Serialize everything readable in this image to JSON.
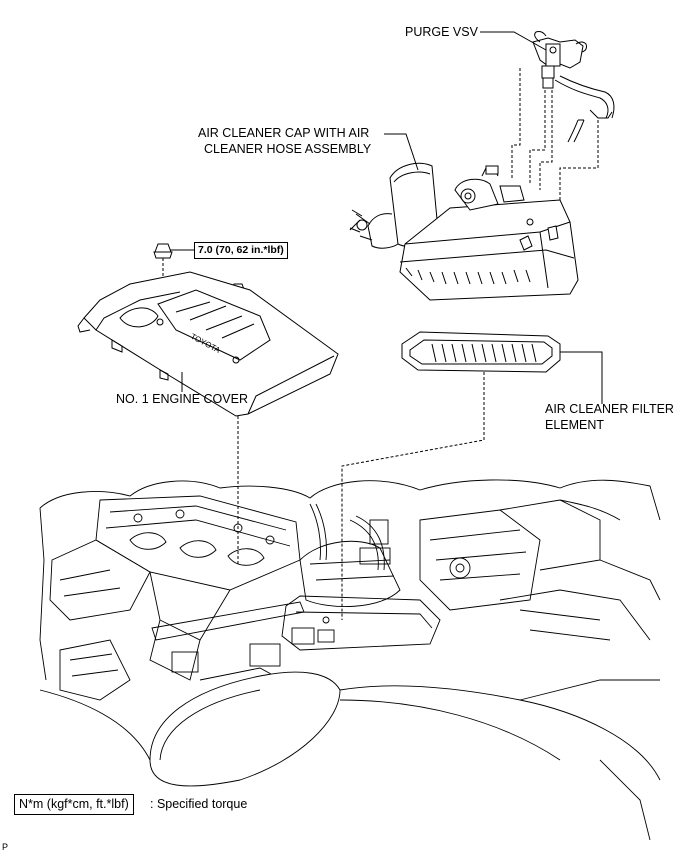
{
  "labels": {
    "purge_vsv": "PURGE VSV",
    "air_cleaner_cap_line1": "AIR CLEANER CAP WITH AIR",
    "air_cleaner_cap_line2": "CLEANER HOSE ASSEMBLY",
    "torque_spec": "7.0 (70, 62 in.*lbf)",
    "engine_cover": "NO. 1 ENGINE COVER",
    "filter_line1": "AIR CLEANER FILTER",
    "filter_line2": "ELEMENT",
    "cover_emblem": "TOYOTA"
  },
  "legend": {
    "box": "N*m (kgf*cm, ft.*lbf)",
    "text": ": Specified torque"
  },
  "corner_code": "P"
}
